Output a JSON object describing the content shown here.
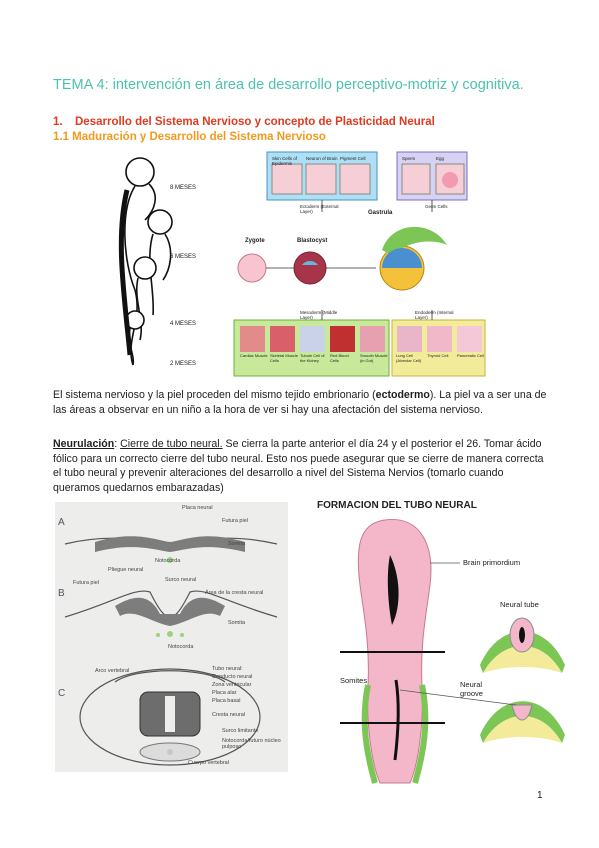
{
  "title": "TEMA 4: intervención en área de desarrollo perceptivo-motriz y cognitiva.",
  "section1": {
    "number": "1.",
    "label": "Desarrollo del Sistema Nervioso y concepto de Plasticidad Neural"
  },
  "section1_1": "1.1 Maduración y Desarrollo del Sistema Nervioso",
  "fetus_labels": [
    "8 MESES",
    "6 MESES",
    "4 MESES",
    "2 MESES"
  ],
  "germ_diagram": {
    "ecto_cells": [
      "Skin Cells of Epidermis",
      "Neuron of Brain",
      "Pigment Cell"
    ],
    "germ_cells": [
      "Sperm",
      "Egg"
    ],
    "ectoderm": "Ectoderm (External Layer)",
    "germ_cells_label": "Germ Cells",
    "zygote": "Zygote",
    "blastocyst": "Blastocyst",
    "gastrula": "Gastrula",
    "mesoderm": "Mesoderm (Middle Layer)",
    "endoderm": "Endoderm (Internal Layer)",
    "meso_cells": [
      "Cardiac Muscle",
      "Skeletal Muscle Cells",
      "Tubule Cell of the Kidney",
      "Red Blood Cells",
      "Smooth Muscle (in Gut)"
    ],
    "endo_cells": [
      "Lung Cell (Alveolar Cell)",
      "Thyroid Cell",
      "Pancreatic Cell"
    ]
  },
  "paragraph1": {
    "before": "El sistema nervioso y la piel proceden del mismo tejido embrionario (",
    "bold": "ectodermo",
    "after": "). La piel va a ser una de las áreas a observar en un niño a la hora de ver si hay una afectación del sistema nervioso."
  },
  "paragraph2": {
    "term": "Neurulación",
    "colon": ": ",
    "underlined": "Cierre de tubo neural.",
    "after": " Se cierra la parte anterior el día 24 y el posterior el 26. Tomar ácido fólico para un correcto cierre del tubo neural. Esto nos puede asegurar que se cierre de manera correcta el tubo neural y prevenir alteraciones del desarrollo a nivel del Sistema Nervios (tomarlo cuando queramos quedarnos embarazadas)"
  },
  "neural_section": {
    "panel_labels": [
      "A",
      "B",
      "C"
    ],
    "a_labels": [
      "Placa neural",
      "Futura piel",
      "Somita",
      "Notocorda"
    ],
    "b_labels": [
      "Pliegue neural",
      "Surco neural",
      "Futura piel",
      "Área de la cresta neural",
      "Somita",
      "Notocorda"
    ],
    "c_labels": [
      "Arco vertebral",
      "Tubo neural:",
      "Conducto neural",
      "Zona ventricular",
      "Placa alar",
      "Placa basal",
      "Cresta neural",
      "Surco limitante",
      "Notocorda/futuro núcleo pulposo",
      "Cuerpo vertebral"
    ]
  },
  "neural_tube_figure": {
    "caption": "FORMACION DEL TUBO NEURAL",
    "labels": [
      "Brain primordium",
      "Neural tube",
      "Somites",
      "Neural groove"
    ]
  },
  "page_number": "1",
  "colors": {
    "title": "#4dc2b0",
    "section": "#e03a1f",
    "subsection": "#f29a1f"
  }
}
